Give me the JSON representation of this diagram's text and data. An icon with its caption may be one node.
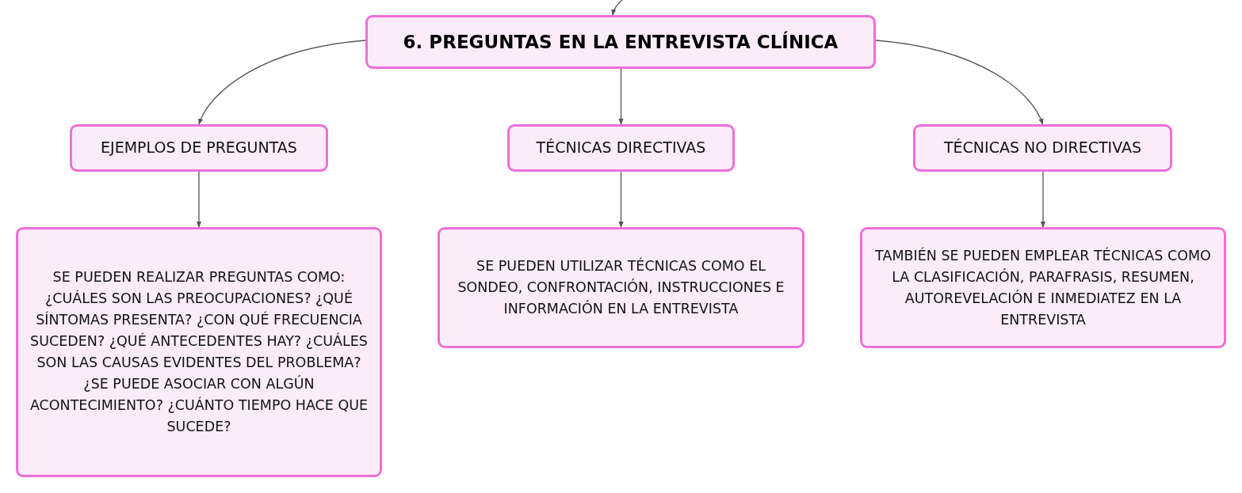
{
  "diagram": {
    "nodes": [
      {
        "text": [
          "6. PREGUNTAS EN LA ENTREVISTA CLÍNICA"
        ]
      },
      {
        "text": [
          "EJEMPLOS DE PREGUNTAS"
        ]
      },
      {
        "text": [
          "TÉCNICAS DIRECTIVAS"
        ]
      },
      {
        "text": [
          "TÉCNICAS NO DIRECTIVAS"
        ]
      },
      {
        "text": [
          "SE PUEDEN REALIZAR PREGUNTAS COMO: ¿CUÁLES SON LAS PREOCUPACIONES? ¿QUÉ SÍNTOMAS PRESENTA? ¿CON QUÉ FRECUENCIA SUCEDEN? ¿QUÉ ANTECEDENTES HAY? ¿CUÁLES SON LAS CAUSAS EVIDENTES DEL PROBLEMA? ¿SE PUEDE ASOCIAR CON ALGÚN ACONTECIMIENTO? ¿CUÁNTO TIEMPO HACE QUE SUCEDE?"
        ]
      },
      {
        "text": [
          "SE PUEDEN UTILIZAR TÉCNICAS COMO EL SONDEO, CONFRONTACIÓN, INSTRUCCIONES E INFORMACIÓN EN LA ENTREVISTA"
        ]
      },
      {
        "text": [
          "TAMBIÉN SE PUEDEN EMPLEAR TÉCNICAS COMO LA CLASIFICACIÓN, PARAFRASIS, RESUMEN, AUTOREVELACIÓN E INMEDIATEZ EN LA ENTREVISTA"
        ]
      }
    ],
    "edges": [
      {
        "from": null,
        "to": 0,
        "arrow": "to"
      },
      {
        "from": 0,
        "to": 1,
        "arrow": "to"
      },
      {
        "from": 0,
        "to": 2,
        "arrow": "to"
      },
      {
        "from": 0,
        "to": 3,
        "arrow": "to"
      },
      {
        "from": 1,
        "to": 4,
        "arrow": "to"
      },
      {
        "from": 2,
        "to": 5,
        "arrow": "to"
      },
      {
        "from": 3,
        "to": 6,
        "arrow": "to"
      }
    ]
  }
}
